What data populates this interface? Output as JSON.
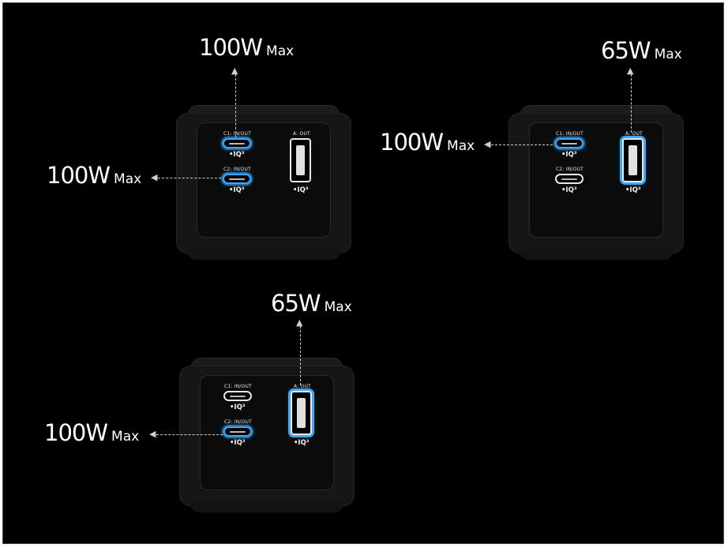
{
  "colors": {
    "background": "#000000",
    "accent": "#3fa9f5",
    "port_outline": "#e8e8e8"
  },
  "port_labels": {
    "c1": "C1: IN/OUT",
    "c2": "C2: IN/OUT",
    "a": "A: OUT",
    "iq": "•IQ³"
  },
  "scenarios": [
    {
      "active_ports": [
        "C1",
        "C2"
      ],
      "callouts": [
        {
          "port": "C1",
          "watts": "100W",
          "max": "Max"
        },
        {
          "port": "C2",
          "watts": "100W",
          "max": "Max"
        }
      ]
    },
    {
      "active_ports": [
        "C1",
        "A"
      ],
      "callouts": [
        {
          "port": "C1",
          "watts": "100W",
          "max": "Max"
        },
        {
          "port": "A",
          "watts": "65W",
          "max": "Max"
        }
      ]
    },
    {
      "active_ports": [
        "C2",
        "A"
      ],
      "callouts": [
        {
          "port": "A",
          "watts": "65W",
          "max": "Max"
        },
        {
          "port": "C2",
          "watts": "100W",
          "max": "Max"
        }
      ]
    }
  ]
}
